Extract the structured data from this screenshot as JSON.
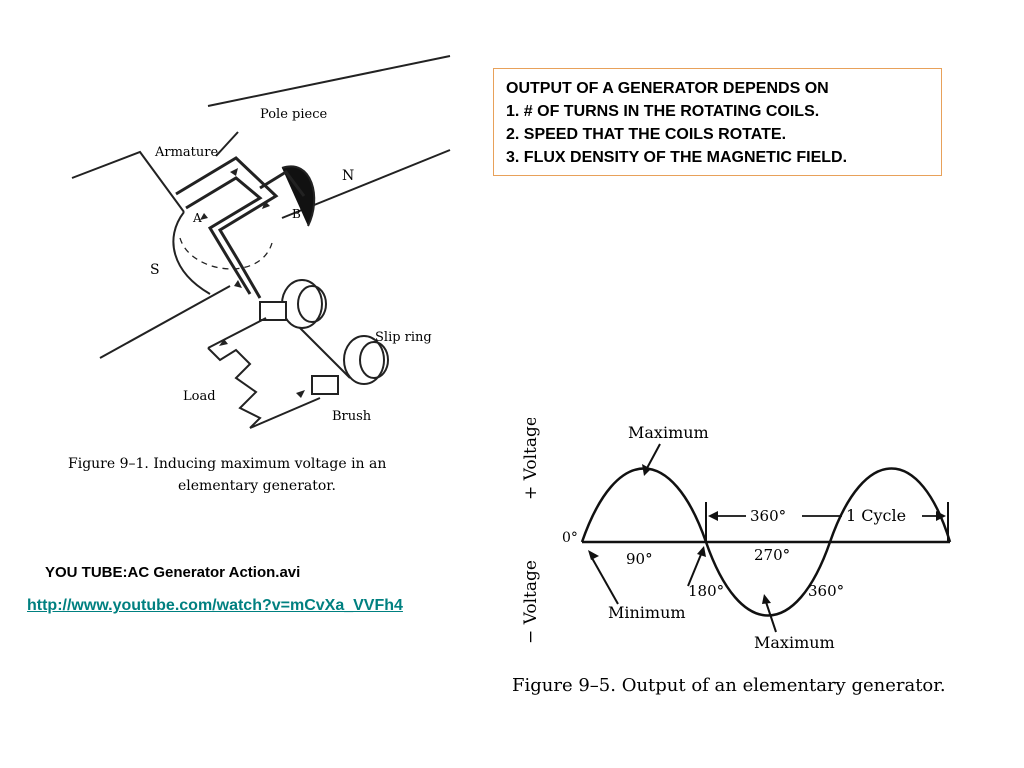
{
  "figure_left": {
    "labels": {
      "pole_piece": "Pole piece",
      "armature": "Armature",
      "north": "N",
      "south": "S",
      "point_a": "A",
      "point_b": "B",
      "slip_ring": "Slip ring",
      "load": "Load",
      "brush": "Brush"
    },
    "caption_line1": "Figure 9–1.   Inducing maximum voltage in an",
    "caption_line2": "elementary generator."
  },
  "info_box": {
    "lines": [
      "OUTPUT OF A GENERATOR DEPENDS ON",
      "1. # OF TURNS IN THE ROTATING COILS.",
      "2. SPEED THAT THE COILS ROTATE.",
      "3. FLUX DENSITY OF THE MAGNETIC FIELD."
    ],
    "border_color": "#e8a15a"
  },
  "video": {
    "label": "YOU TUBE:AC Generator Action.avi",
    "link": "http://www.youtube.com/watch?v=mCvXa_VVFh4",
    "link_color": "#008080"
  },
  "figure_right": {
    "labels": {
      "plus_voltage": "+ Voltage",
      "minus_voltage": "− Voltage",
      "zero": "0°",
      "maximum_top": "Maximum",
      "maximum_bottom": "Maximum",
      "minimum": "Minimum",
      "deg90": "90°",
      "deg180": "180°",
      "deg270": "270°",
      "deg360_top": "360°",
      "deg360_bottom": "360°",
      "one_cycle": "1 Cycle"
    },
    "caption": "Figure 9–5.    Output of an elementary generator."
  }
}
